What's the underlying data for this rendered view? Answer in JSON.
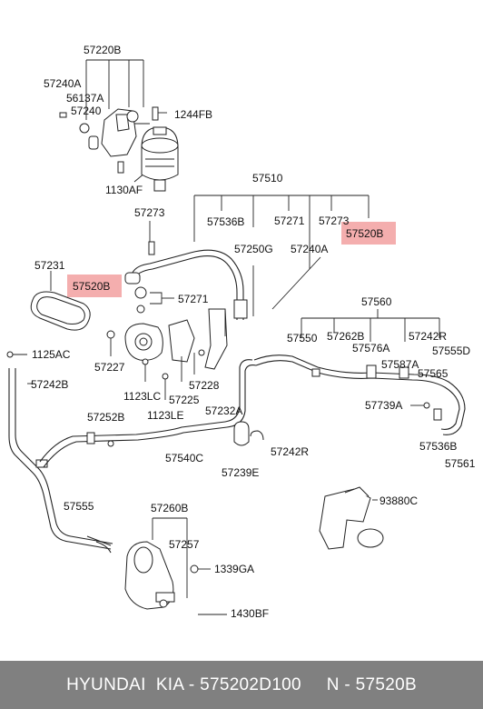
{
  "labels": {
    "l57220B": "57220B",
    "l57240A": "57240A",
    "l56137A": "56137A",
    "l57240": "57240",
    "l1244FB": "1244FB",
    "l1130AF": "1130AF",
    "l57510": "57510",
    "l57273a": "57273",
    "l57536Ba": "57536B",
    "l57271a": "57271",
    "l57273b": "57273",
    "l57520Ba": "57520B",
    "l57250G": "57250G",
    "l57240Ab": "57240A",
    "l57231": "57231",
    "l57520Bb": "57520B",
    "l57271b": "57271",
    "l57560": "57560",
    "l57550": "57550",
    "l57262B": "57262B",
    "l57242Ra": "57242R",
    "l57576A": "57576A",
    "l57555D": "57555D",
    "l1125AC": "1125AC",
    "l57227": "57227",
    "l57587A": "57587A",
    "l57565": "57565",
    "l57242B": "57242B",
    "l1123LC": "1123LC",
    "l57228": "57228",
    "l57225": "57225",
    "l57739A": "57739A",
    "l57232A": "57232A",
    "l57252B": "57252B",
    "l1123LE": "1123LE",
    "l57540C": "57540C",
    "l57242Rb": "57242R",
    "l57536Bb": "57536B",
    "l57239E": "57239E",
    "l57561": "57561",
    "l57555": "57555",
    "l57260B": "57260B",
    "l93880C": "93880C",
    "l57257": "57257",
    "l1339GA": "1339GA",
    "l1430BF": "1430BF"
  },
  "highlight_color": "#f2a0a0",
  "footer": {
    "text": "HYUNDAI  KIA - 575202D100     N - 57520B"
  }
}
